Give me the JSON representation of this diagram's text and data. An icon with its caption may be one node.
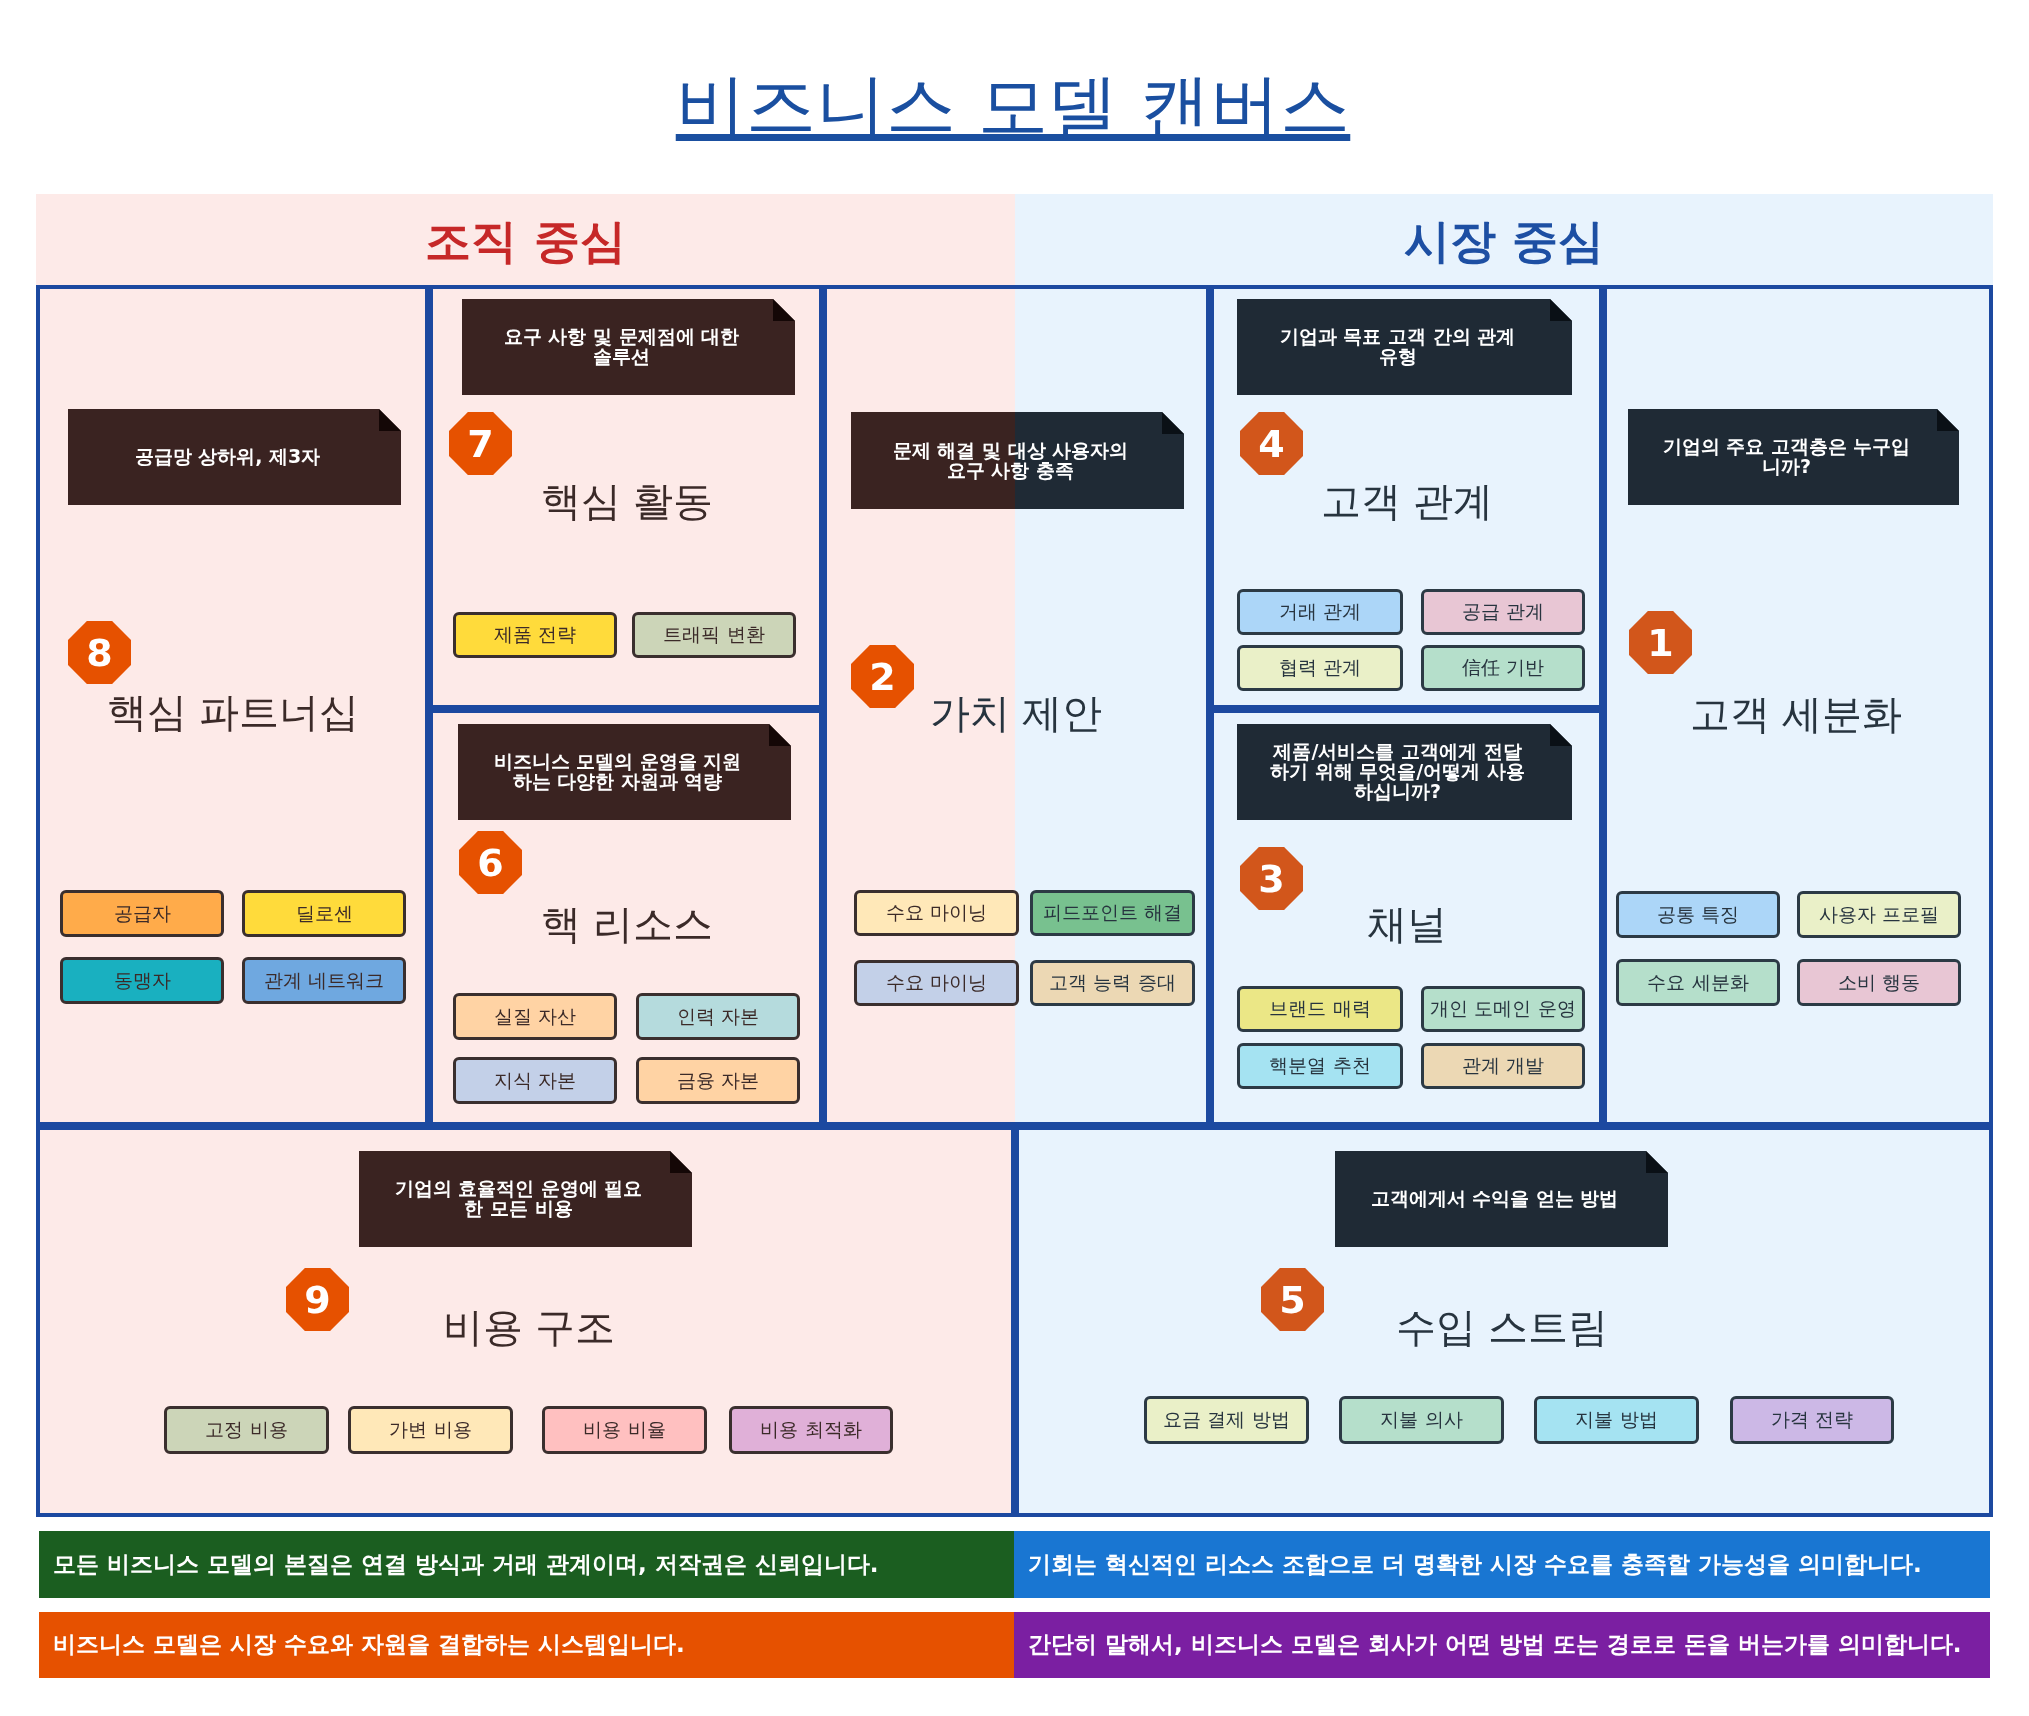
{
  "diagram": {
    "title": "비즈니스 모델 캔버스",
    "nodes": [
      {
        "text": [
          "조직 중심"
        ]
      },
      {
        "text": [
          "시장 중심"
        ]
      },
      {
        "text": [
          "핵심 파트너십"
        ],
        "in": 0
      },
      {
        "text": [
          "공급망 상하위, 제3자"
        ],
        "in": 2
      },
      {
        "text": [
          "8"
        ],
        "in": 2
      },
      {
        "text": [
          "공급자"
        ],
        "in": 2
      },
      {
        "text": [
          "딜로센"
        ],
        "in": 2
      },
      {
        "text": [
          "동맹자"
        ],
        "in": 2
      },
      {
        "text": [
          "관계 네트워크"
        ],
        "in": 2
      },
      {
        "text": [
          "핵심 활동"
        ],
        "in": 0
      },
      {
        "text": [
          "요구 사항 및 문제점에 대한 솔루션"
        ],
        "in": 9
      },
      {
        "text": [
          "7"
        ],
        "in": 9
      },
      {
        "text": [
          "제품 전략"
        ],
        "in": 9
      },
      {
        "text": [
          "트래픽 변환"
        ],
        "in": 9
      },
      {
        "text": [
          "핵 리소스"
        ],
        "in": 0
      },
      {
        "text": [
          "비즈니스 모델의 운영을 지원하는 다양한 자원과 역량"
        ],
        "in": 14
      },
      {
        "text": [
          "6"
        ],
        "in": 14
      },
      {
        "text": [
          "실질 자산"
        ],
        "in": 14
      },
      {
        "text": [
          "인력 자본"
        ],
        "in": 14
      },
      {
        "text": [
          "지식 자본"
        ],
        "in": 14
      },
      {
        "text": [
          "금융 자본"
        ],
        "in": 14
      },
      {
        "text": [
          "가치 제안"
        ]
      },
      {
        "text": [
          "문제 해결 및 대상 사용자의 요구 사항 충족"
        ],
        "in": 21
      },
      {
        "text": [
          "2"
        ]
      },
      {
        "text": [
          "수요 마이닝"
        ]
      },
      {
        "text": [
          "피드포인트 해결"
        ]
      },
      {
        "text": [
          "수요 마이닝"
        ]
      },
      {
        "text": [
          "고객 능력 증대"
        ]
      },
      {
        "text": [
          "고객 관계"
        ],
        "in": 1
      },
      {
        "text": [
          "기업과 목표 고객 간의 관계 유형"
        ],
        "in": 28
      },
      {
        "text": [
          "4"
        ],
        "in": 28
      },
      {
        "text": [
          "거래 관계"
        ],
        "in": 28
      },
      {
        "text": [
          "공급 관계"
        ],
        "in": 28
      },
      {
        "text": [
          "협력 관계"
        ],
        "in": 28
      },
      {
        "text": [
          "信任 기반"
        ],
        "in": 28
      },
      {
        "text": [
          "채널"
        ],
        "in": 1
      },
      {
        "text": [
          "제품/서비스를 고객에게 전달하기 위해 무엇을/어떻게 사용하십니까?"
        ],
        "in": 35
      },
      {
        "text": [
          "3"
        ],
        "in": 35
      },
      {
        "text": [
          "브랜드 매력"
        ],
        "in": 35
      },
      {
        "text": [
          "개인 도메인 운영"
        ],
        "in": 35
      },
      {
        "text": [
          "핵분열 추천"
        ],
        "in": 35
      },
      {
        "text": [
          "관계 개발"
        ],
        "in": 35
      },
      {
        "text": [
          "고객 세분화"
        ],
        "in": 1
      },
      {
        "text": [
          "기업의 주요 고객층은 누구입니까?"
        ],
        "in": 42
      },
      {
        "text": [
          "1"
        ],
        "in": 42
      },
      {
        "text": [
          "공통 특징"
        ],
        "in": 42
      },
      {
        "text": [
          "사용자 프로필"
        ],
        "in": 42
      },
      {
        "text": [
          "수요 세분화"
        ],
        "in": 42
      },
      {
        "text": [
          "소비 행동"
        ],
        "in": 42
      },
      {
        "text": [
          "비용 구조"
        ],
        "in": 0
      },
      {
        "text": [
          "기업의 효율적인 운영에 필요한 모든 비용"
        ],
        "in": 49
      },
      {
        "text": [
          "9"
        ],
        "in": 49
      },
      {
        "text": [
          "고정 비용"
        ],
        "in": 49
      },
      {
        "text": [
          "가변 비용"
        ],
        "in": 49
      },
      {
        "text": [
          "비용 비율"
        ],
        "in": 49
      },
      {
        "text": [
          "비용 최적화"
        ],
        "in": 49
      },
      {
        "text": [
          "수입 스트림"
        ],
        "in": 1
      },
      {
        "text": [
          "고객에게서 수익을 얻는 방법"
        ],
        "in": 56
      },
      {
        "text": [
          "5"
        ],
        "in": 56
      },
      {
        "text": [
          "요금 결제 방법"
        ],
        "in": 56
      },
      {
        "text": [
          "지불 의사"
        ],
        "in": 56
      },
      {
        "text": [
          "지불 방법"
        ],
        "in": 56
      },
      {
        "text": [
          "가격 전략"
        ],
        "in": 56
      },
      {
        "text": [
          "모든 비즈니스 모델의 본질은 연결 방식과 거래 관계이며, 저작권은 신뢰입니다."
        ]
      },
      {
        "text": [
          "기회는 혁신적인 리소스 조합으로 더 명확한 시장 수요를 충족할 가능성을 의미합니다."
        ]
      },
      {
        "text": [
          "비즈니스 모델은 시장 수요와 자원을 결합하는 시스템입니다."
        ]
      },
      {
        "text": [
          "간단히 말해서, 비즈니스 모델은 회사가 어떤 방법 또는 경로로 돈을 버는가를 의미합니다."
        ]
      }
    ],
    "edges": []
  }
}
